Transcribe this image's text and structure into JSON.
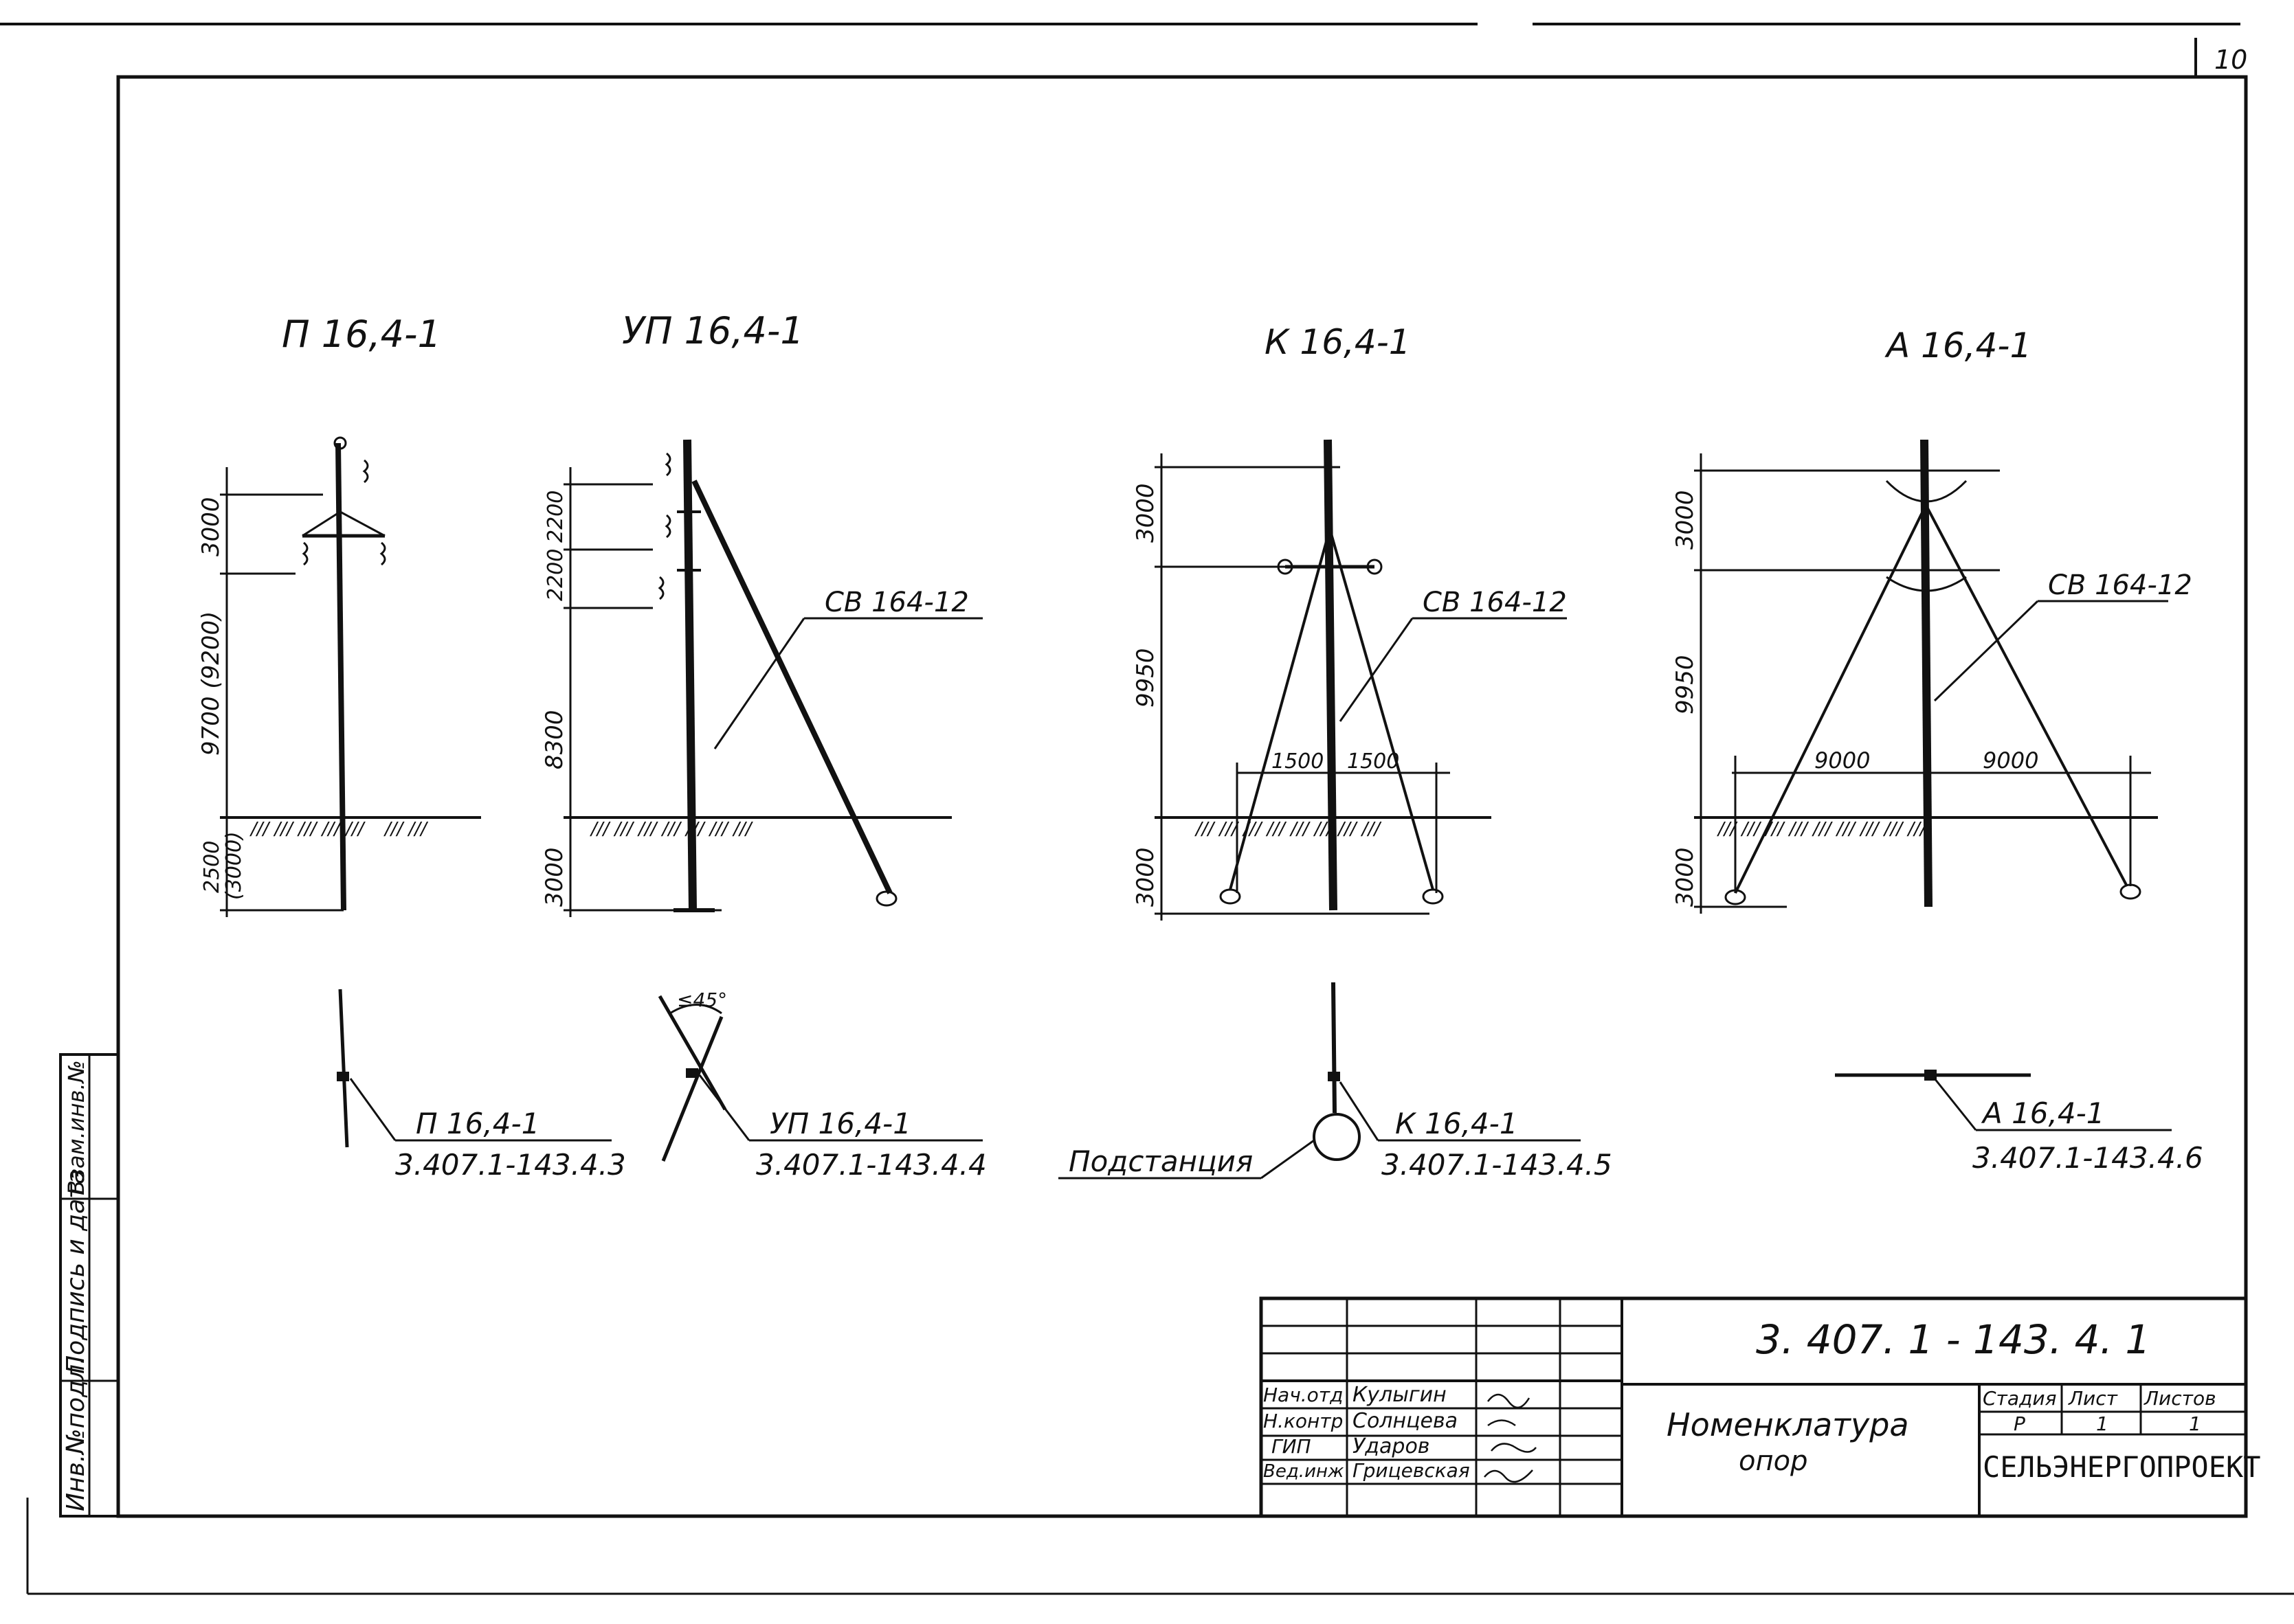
{
  "sheet_number": "10",
  "supports": [
    {
      "title": "П 16,4-1",
      "dims": [
        "3000",
        "9700 (9200)",
        "2500",
        "(3000)"
      ],
      "plan_label": "П 16,4-1",
      "plan_ref": "3.407.1-143.4.3"
    },
    {
      "title": "УП 16,4-1",
      "dims": [
        "2200",
        "2200",
        "8300",
        "3000"
      ],
      "angle": "≤45°",
      "plan_label": "УП 16,4-1",
      "plan_ref": "3.407.1-143.4.4",
      "brace_label": "СВ 164-12"
    },
    {
      "title": "К 16,4-1",
      "dims": [
        "3000",
        "9950",
        "3000"
      ],
      "spans": [
        "1500",
        "1500"
      ],
      "plan_label": "К 16,4-1",
      "plan_ref": "3.407.1-143.4.5",
      "brace_label": "СВ 164-12",
      "substation_label": "Подстанция"
    },
    {
      "title": "А 16,4-1",
      "dims": [
        "3000",
        "9950",
        "3000"
      ],
      "spans": [
        "9000",
        "9000"
      ],
      "plan_label": "А 16,4-1",
      "plan_ref": "3.407.1-143.4.6",
      "brace_label": "СВ 164-12"
    }
  ],
  "side_stamp": [
    "Инв.№подл.",
    "Подпись и дата",
    "Взам.инв.№"
  ],
  "title_block": {
    "doc_code": "3. 407. 1 - 143. 4. 1",
    "roles": [
      "Нач.отд",
      "Н.контр",
      "ГИП",
      "Вед.инж"
    ],
    "names": [
      "Кулыгин",
      "Солнцева",
      "Ударов",
      "Грицевская"
    ],
    "title_line1": "Номенклатура",
    "title_line2": "опор",
    "stage_header": "Стадия",
    "sheet_header": "Лист",
    "sheets_header": "Листов",
    "stage_value": "Р",
    "sheet_value": "1",
    "sheets_value": "1",
    "organization": "СЕЛЬЭНЕРГОПРОЕКТ"
  }
}
